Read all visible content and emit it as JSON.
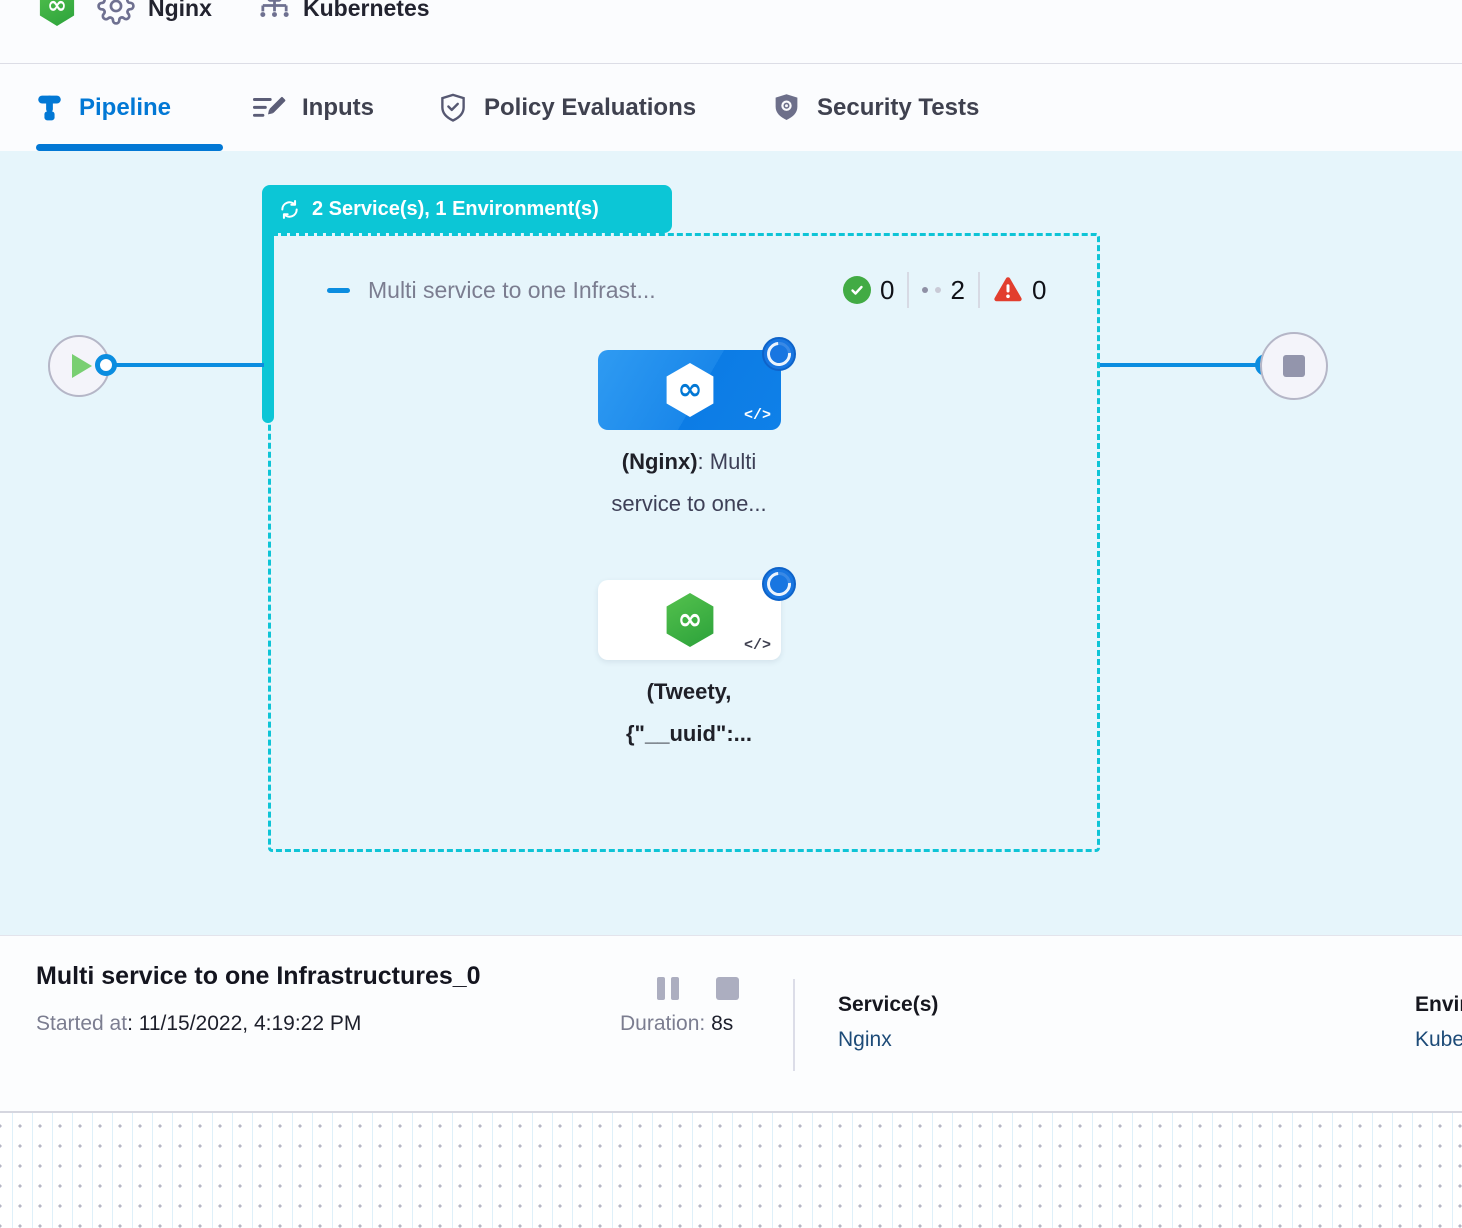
{
  "header": {
    "service_label": "Nginx",
    "environment_label": "Kubernetes"
  },
  "tabs": [
    {
      "label": "Pipeline",
      "icon": "pipeline-icon",
      "active": true
    },
    {
      "label": "Inputs",
      "icon": "inputs-icon",
      "active": false
    },
    {
      "label": "Policy Evaluations",
      "icon": "shield-check-icon",
      "active": false
    },
    {
      "label": "Security Tests",
      "icon": "shield-scan-icon",
      "active": false
    }
  ],
  "pipeline": {
    "stage_badge": "2 Service(s), 1 Environment(s)",
    "stage_title": "Multi service to one Infrast...",
    "counts": {
      "success": "0",
      "running": "2",
      "failed": "0"
    },
    "nodes": [
      {
        "name_bold": "(Nginx)",
        "name_rest": ": Multi",
        "line2": "service to one...",
        "icon": "harness-step-blue",
        "code_glyph": "</>"
      },
      {
        "line1": "(Tweety,",
        "line2": "{\"__uuid\":...",
        "icon": "harness-step-white",
        "code_glyph": "</>"
      }
    ]
  },
  "footer": {
    "title": "Multi service to one Infrastructures_0",
    "started_label": "Started at",
    "started_value": ": 11/15/2022, 4:19:22 PM",
    "duration_label": "Duration:",
    "duration_value": "8s",
    "services_label": "Service(s)",
    "services_value": "Nginx",
    "environments_label": "Environment(s)",
    "environments_value": "Kubernetes"
  },
  "colors": {
    "accent_blue": "#0278d5",
    "teal": "#0cc6d6",
    "connector_blue": "#0b8de0",
    "success_green": "#42ab44",
    "error_red": "#e23e2e",
    "canvas_bg": "#e6f5fb"
  }
}
